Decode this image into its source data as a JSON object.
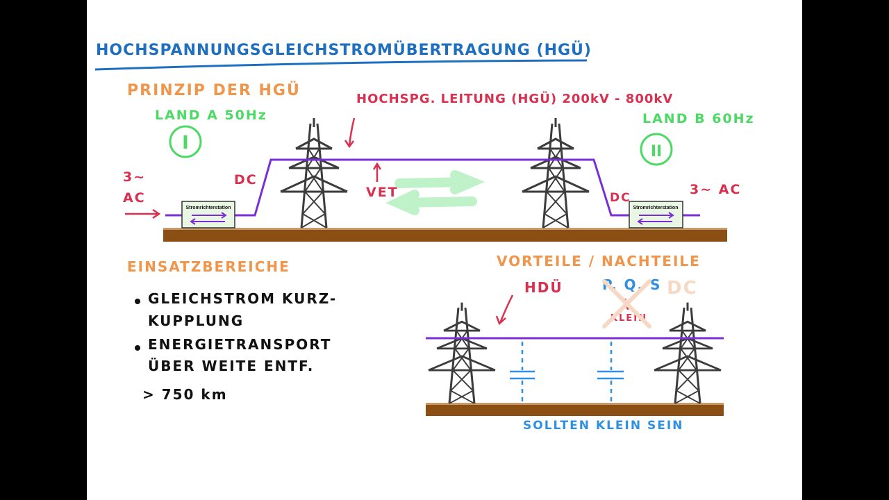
{
  "title": "HOCHSPANNUNGSGLEICHSTROMÜBERTRAGUNG (HGÜ)",
  "principle": {
    "heading": "PRINZIP DER HGÜ",
    "land_a": "LAND A 50Hz",
    "land_a_num": "I",
    "land_b": "LAND B 60Hz",
    "land_b_num": "II",
    "line_label": "HOCHSPG. LEITUNG (HGÜ) 200kV - 800kV",
    "left_ac": "3~ AC",
    "left_dc": "DC",
    "right_dc": "DC",
    "right_ac": "3~ AC",
    "vet": "VET",
    "station_left": "Stromrichterstation",
    "station_right": "Stromrichterstation"
  },
  "usage": {
    "heading": "EINSATZBEREICHE",
    "bullet1_line1": "GLEICHSTROM KURZ-",
    "bullet1_line2": "KUPPLUNG",
    "bullet2_line1": "ENERGIETRANSPORT",
    "bullet2_line2": "ÜBER WEITE ENTF.",
    "bullet2_line3": "> 750 km"
  },
  "pros_cons": {
    "heading": "VORTEILE / NACHTEILE",
    "hdu": "HDÜ",
    "pqs": "P, Q, S",
    "klein": "KLEIN",
    "dc_faded": "DC",
    "bottom": "SOLLTEN KLEIN SEIN"
  },
  "colors": {
    "blue": "#1f6fc1",
    "orange": "#f0954a",
    "green": "#4cd964",
    "red": "#d9304f",
    "purple": "#7a2fd6",
    "ground": "#8b4f14",
    "tower": "#3c3c3c"
  }
}
